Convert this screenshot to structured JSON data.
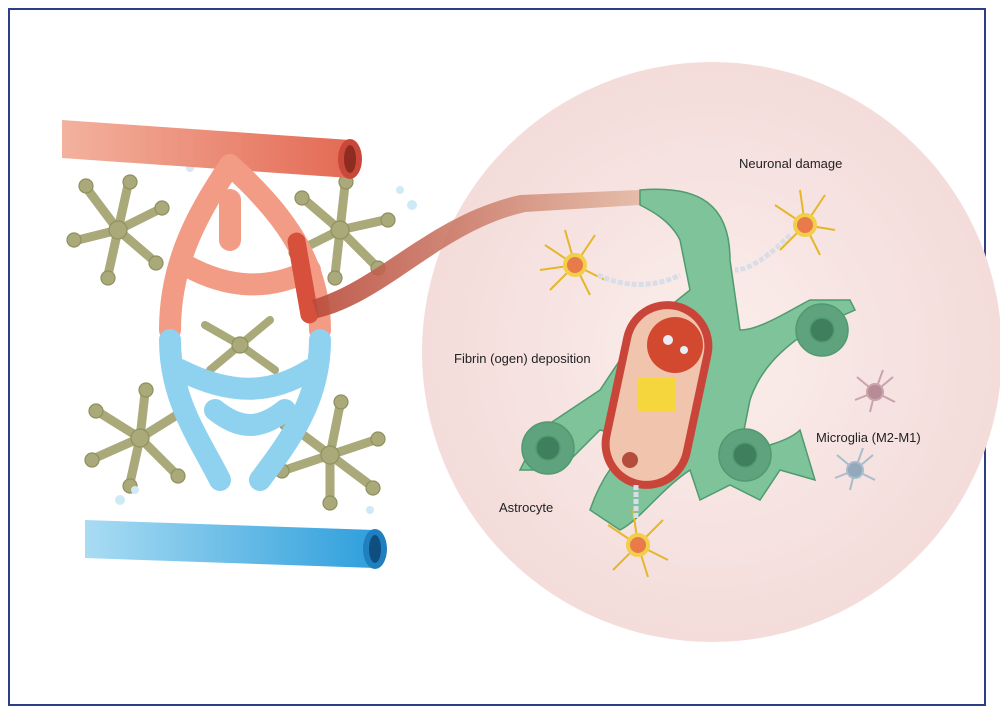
{
  "labels": {
    "neuronal_damage": "Neuronal damage",
    "fibrin": "Fibrin (ogen) deposition",
    "microglia": "Microglia (M2-M1)",
    "astrocyte": "Astrocyte"
  },
  "colors": {
    "frame": "#2b3f86",
    "artery": "#f0907a",
    "vein": "#5bb8e6",
    "astro_left": "#a8a878",
    "astro_right": "#6fb98f",
    "zoom_bg": "#f6e4e2",
    "neuron": "#f2cf4a"
  }
}
